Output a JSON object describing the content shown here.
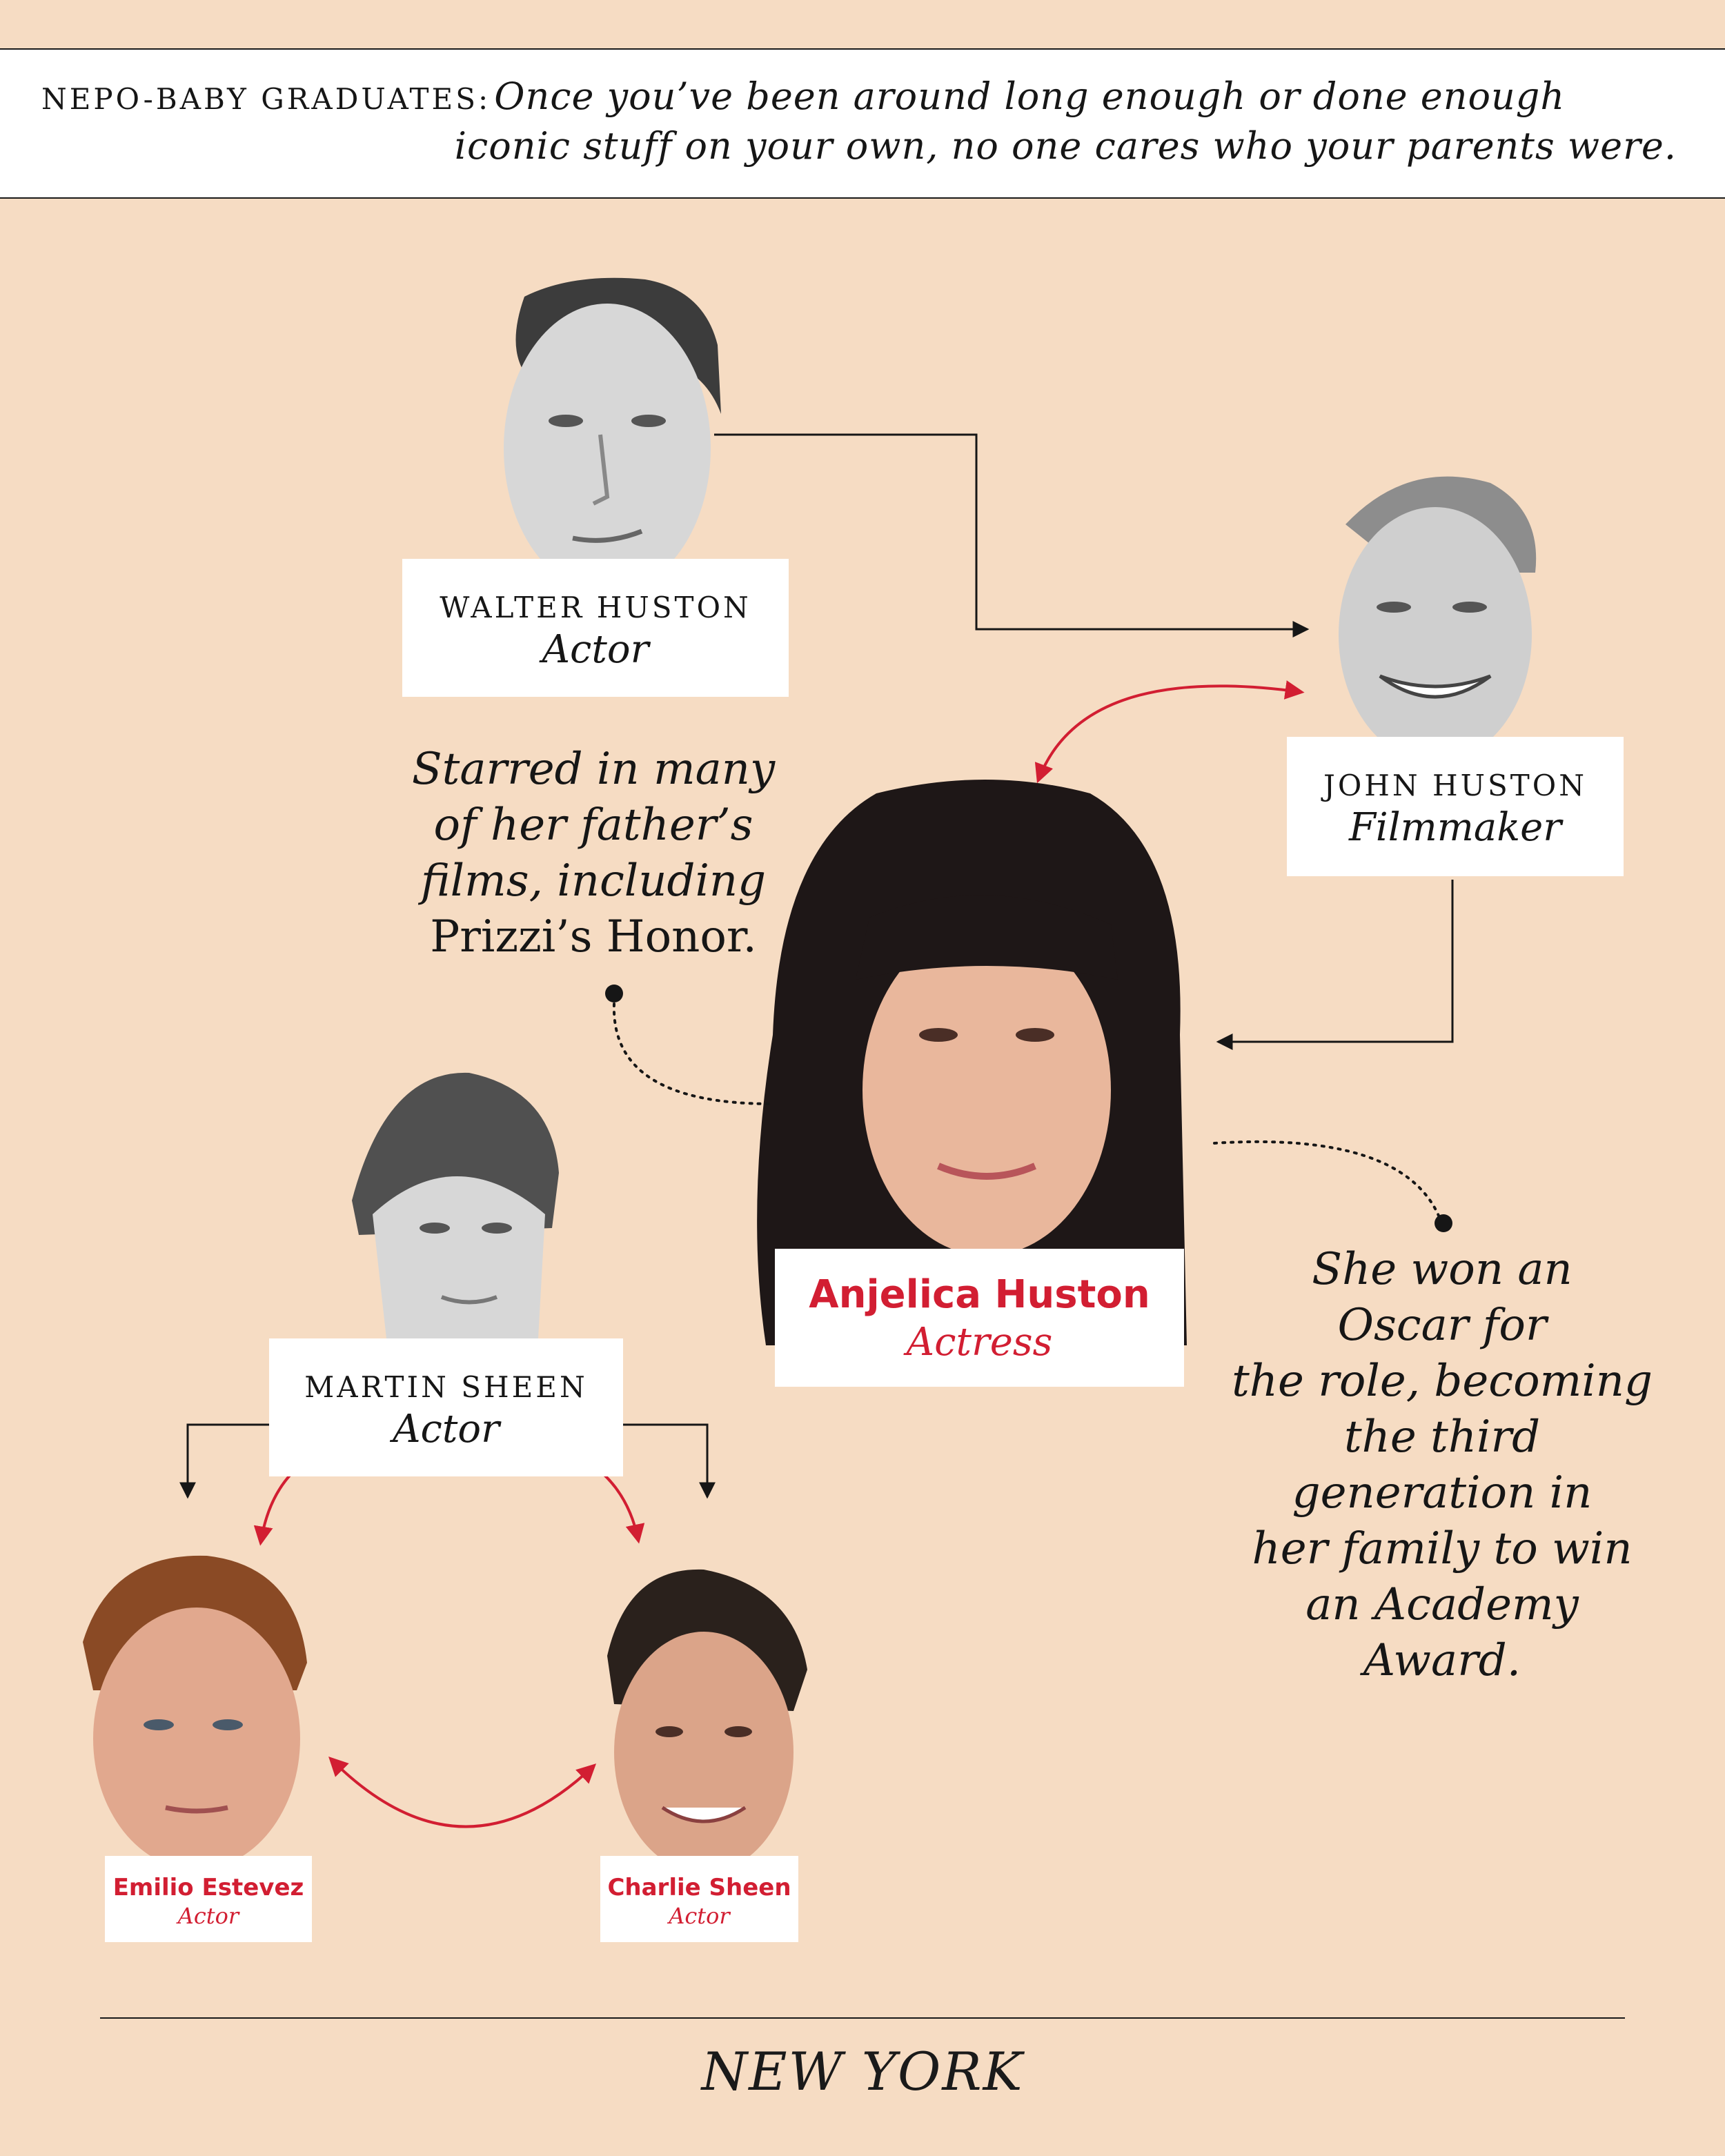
{
  "header": {
    "kicker": "NEPO-BABY GRADUATES:",
    "dek_line1": "Once you’ve been around long enough or done enough",
    "dek_line2": "iconic stuff on your own, no one cares who your parents were."
  },
  "people": {
    "walter": {
      "name": "WALTER HUSTON",
      "role": "Actor",
      "photo": "walter-huston-portrait"
    },
    "john": {
      "name": "JOHN HUSTON",
      "role": "Filmmaker",
      "photo": "john-huston-portrait"
    },
    "anjelica": {
      "name": "Anjelica Huston",
      "role": "Actress",
      "photo": "anjelica-huston-portrait"
    },
    "martin": {
      "name": "MARTIN SHEEN",
      "role": "Actor",
      "photo": "martin-sheen-portrait"
    },
    "emilio": {
      "name": "Emilio Estevez",
      "role": "Actor",
      "photo": "emilio-estevez-portrait"
    },
    "charlie": {
      "name": "Charlie Sheen",
      "role": "Actor",
      "photo": "charlie-sheen-portrait"
    }
  },
  "annotations": {
    "left": {
      "lines": [
        "Starred in many",
        "of her father’s",
        "films, including"
      ],
      "title": "Prizzi’s Honor."
    },
    "right": {
      "lines": [
        "She won an",
        "Oscar for",
        "the role, becoming",
        "the third",
        "generation in",
        "her family to win",
        "an Academy",
        "Award."
      ]
    }
  },
  "footer": {
    "logo": "NEW YORK"
  },
  "colors": {
    "background": "#f6dcc3",
    "accent_red": "#d21e32",
    "ink": "#161616"
  }
}
